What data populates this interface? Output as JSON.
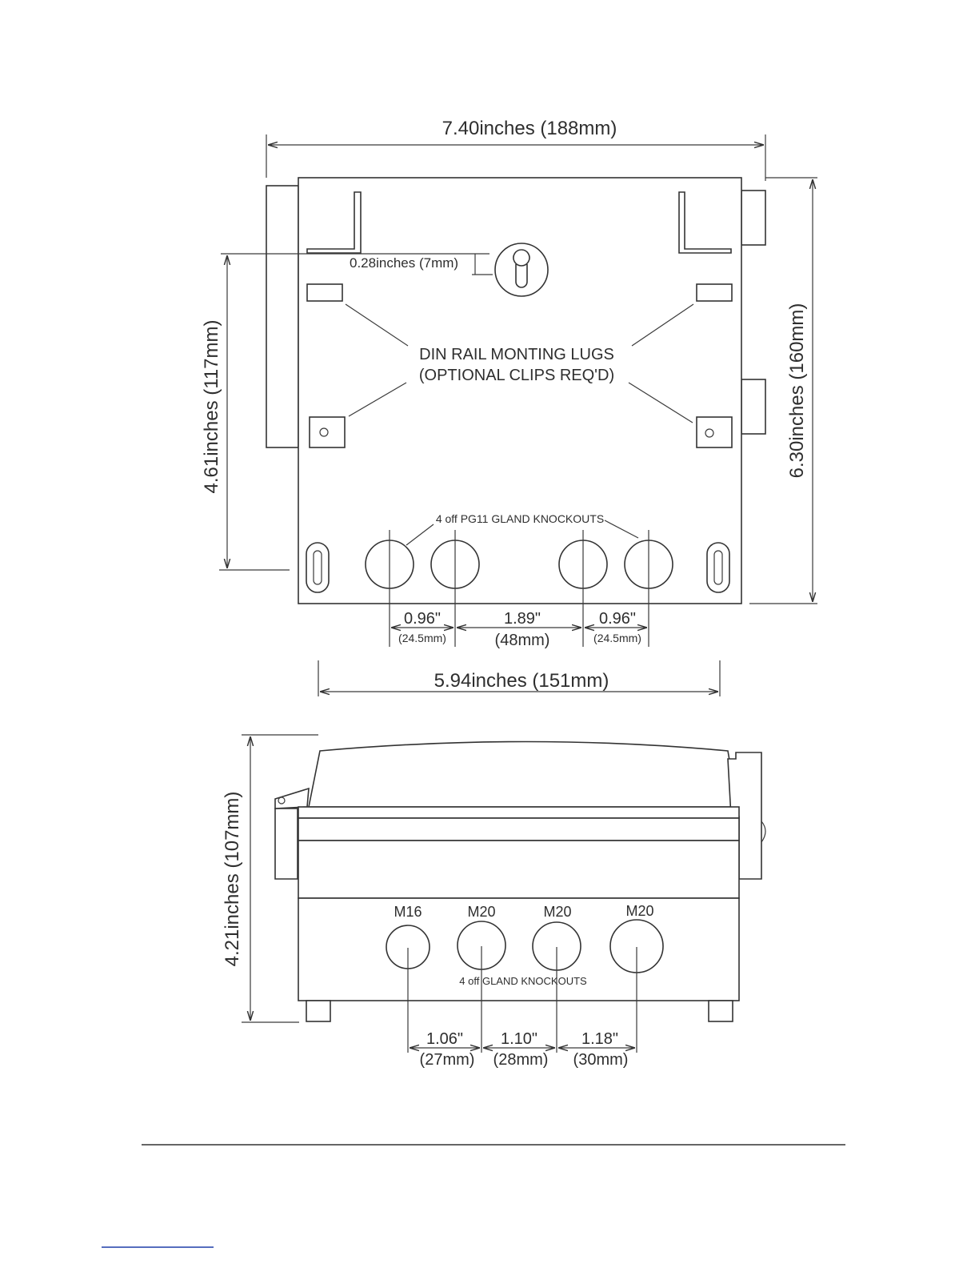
{
  "top_view": {
    "overall_width": "7.40inches (188mm)",
    "overall_height": "6.30inches (160mm)",
    "keyhole_offset": "0.28inches (7mm)",
    "mount_height": "4.61inches (117mm)",
    "din_rail_line1": "DIN RAIL MONTING LUGS",
    "din_rail_line2": "(OPTIONAL CLIPS REQ'D)",
    "knockouts_label": "4 off PG11 GLAND KNOCKOUTS",
    "spacing": [
      {
        "inch": "0.96\"",
        "mm": "(24.5mm)"
      },
      {
        "inch": "1.89\"",
        "mm": "(48mm)"
      },
      {
        "inch": "0.96\"",
        "mm": "(24.5mm)"
      }
    ],
    "base_width": "5.94inches (151mm)"
  },
  "side_view": {
    "overall_height": "4.21inches (107mm)",
    "gland_sizes": [
      "M16",
      "M20",
      "M20",
      "M20"
    ],
    "knockouts_label": "4 off  GLAND KNOCKOUTS",
    "spacing": [
      {
        "inch": "1.06\"",
        "mm": "(27mm)"
      },
      {
        "inch": "1.10\"",
        "mm": "(28mm)"
      },
      {
        "inch": "1.18\"",
        "mm": "(30mm)"
      }
    ]
  },
  "colors": {
    "line": "#333333",
    "text": "#2e2e2e",
    "link_line": "#1f3ea8"
  }
}
